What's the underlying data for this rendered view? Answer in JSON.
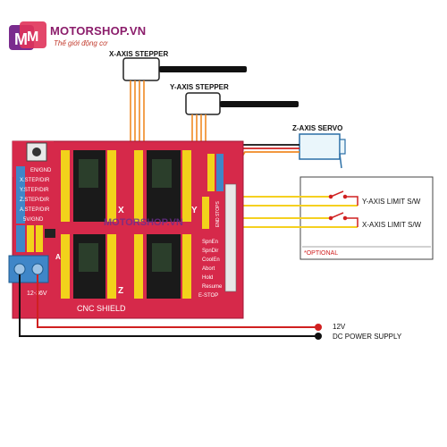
{
  "brand": {
    "name": "MOTORSHOP.VN",
    "tagline": "Thế giới động cơ",
    "watermark": "MOTORSHOP.VN"
  },
  "labels": {
    "x_stepper": "X-AXIS STEPPER",
    "y_stepper": "Y-AXIS STEPPER",
    "z_servo": "Z-AXIS SERVO",
    "y_limit": "Y-AXIS LIMIT S/W",
    "x_limit": "X-AXIS LIMIT S/W",
    "optional": "*OPTIONAL",
    "v12": "12V",
    "dc_supply": "DC POWER SUPPLY"
  },
  "board": {
    "name": "CNC SHIELD",
    "voltage": "12-36V",
    "axis_x": "X",
    "axis_y": "Y",
    "axis_z": "Z",
    "axis_a": "A",
    "pin_labels": [
      "EN/GND",
      "X.STEP/DIR",
      "Y.STEP/DIR",
      "Z.STEP/DIR",
      "A.STEP/DIR",
      "5V/GND"
    ],
    "side_labels": [
      "SpnEn",
      "SpnDir",
      "CoolEn",
      "Abort",
      "Hold",
      "Resume",
      "E-STOP"
    ],
    "end_stops": "END STOPS"
  },
  "colors": {
    "board": "#d6294a",
    "header_yellow": "#f2d21b",
    "wire_orange": "#f08a24",
    "wire_yellow": "#f5d020",
    "terminal": "#3f86c8",
    "brand": "#8b1d6b"
  }
}
